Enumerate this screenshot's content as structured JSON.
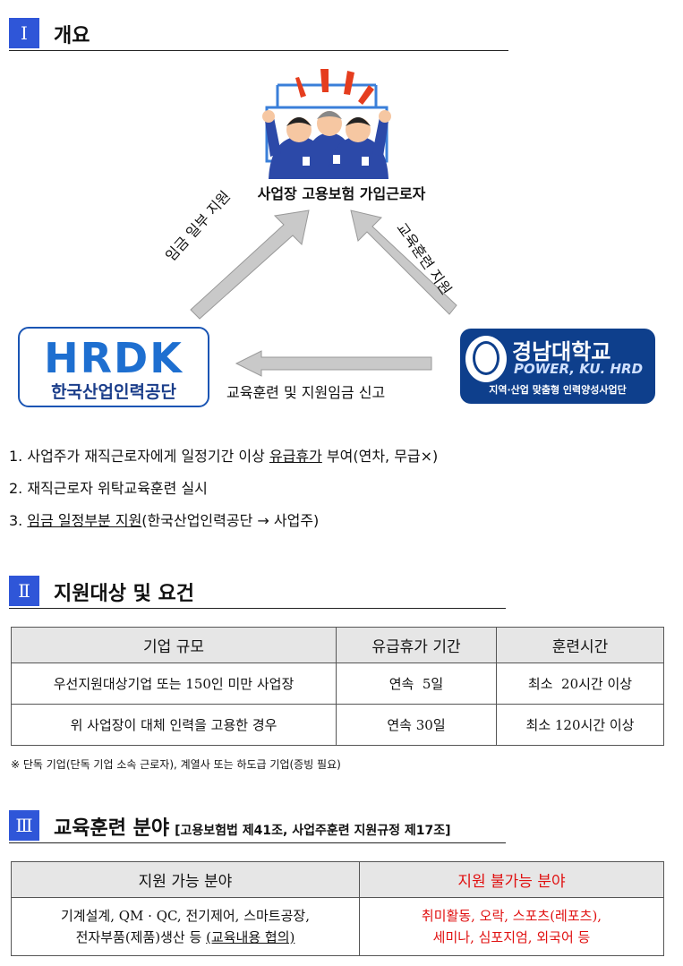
{
  "sections": [
    {
      "num": "Ⅰ",
      "title": "개요"
    },
    {
      "num": "Ⅱ",
      "title": "지원대상 및 요건"
    },
    {
      "num": "Ⅲ",
      "title": "교육훈련 분야",
      "subtitle": "[고용보험법 제41조, 사업주훈련 지원규정 제17조]"
    }
  ],
  "diagram": {
    "center_caption": "사업장 고용보험 가입근로자",
    "left_arrow_label": "임금 일부 지원",
    "right_arrow_label": "교육훈련 지원",
    "bottom_arrow_label": "교육훈련 및 지원임금 신고",
    "left_logo": {
      "word": "HRDK",
      "sub": "한국산업인력공단"
    },
    "right_logo": {
      "name": "경남대학교",
      "slogan": "POWER, KU. HRD",
      "bottom": "지역·산업 맞춤형 인력양성사업단"
    }
  },
  "list": [
    {
      "prefix": "1. 사업주가 재직근로자에게 일정기간 이상 ",
      "underline": "유급휴가",
      "suffix": " 부여(연차, 무급×)"
    },
    {
      "prefix": "2. 재직근로자 위탁교육훈련 실시",
      "underline": "",
      "suffix": ""
    },
    {
      "prefix": "3. ",
      "underline": "임금 일정부분 지원",
      "suffix": "(한국산업인력공단 → 사업주)"
    }
  ],
  "table1": {
    "headers": [
      "기업 규모",
      "유급휴가 기간",
      "훈련시간"
    ],
    "rows": [
      [
        "우선지원대상기업 또는 150인 미만 사업장",
        "연속  5일",
        "최소  20시간 이상"
      ],
      [
        "위 사업장이 대체 인력을 고용한 경우",
        "연속 30일",
        "최소 120시간 이상"
      ]
    ]
  },
  "note": "※ 단독 기업(단독 기업 소속 근로자), 계열사 또는 하도급 기업(증빙 필요)",
  "table2": {
    "headers": [
      "지원 가능 분야",
      "지원 불가능 분야"
    ],
    "left_line1": "기계설계, QM · QC, 전기제어, 스마트공장,",
    "left_line2_prefix": "전자부품(제품)생산 등 ",
    "left_line2_underline": "(교육내용 협의)",
    "right_line1": "취미활동, 오락, 스포츠(레포츠),",
    "right_line2": "세미나, 심포지엄, 외국어 등"
  },
  "colors": {
    "accent": "#2f56d8",
    "forbidden": "#e01010"
  }
}
